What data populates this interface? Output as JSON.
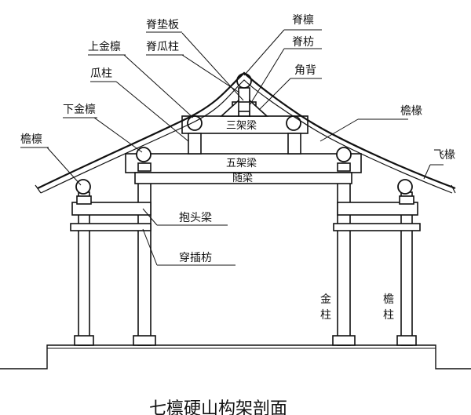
{
  "labels": {
    "ji_dian_ban": "脊垫板",
    "ji_lin": "脊檩",
    "shang_jin_lin": "上金檩",
    "ji_gua_zhu": "脊瓜柱",
    "ji_fang": "脊枋",
    "gua_zhu": "瓜柱",
    "jiao_bei": "角背",
    "xia_jin_lin": "下金檩",
    "yan_chuan": "檐椽",
    "yan_lin": "檐檩",
    "fei_chuan": "飞椽",
    "san_jia_liang": "三架梁",
    "wu_jia_liang": "五架梁",
    "sui_liang": "随梁",
    "bao_tou_liang": "抱头梁",
    "chuan_cha_fang": "穿插枋",
    "jin_zhu": "金柱",
    "yan_zhu": "檐柱"
  },
  "caption": "七檩硬山构架剖面",
  "colors": {
    "ink": "#111111",
    "paper": "#ffffff"
  }
}
